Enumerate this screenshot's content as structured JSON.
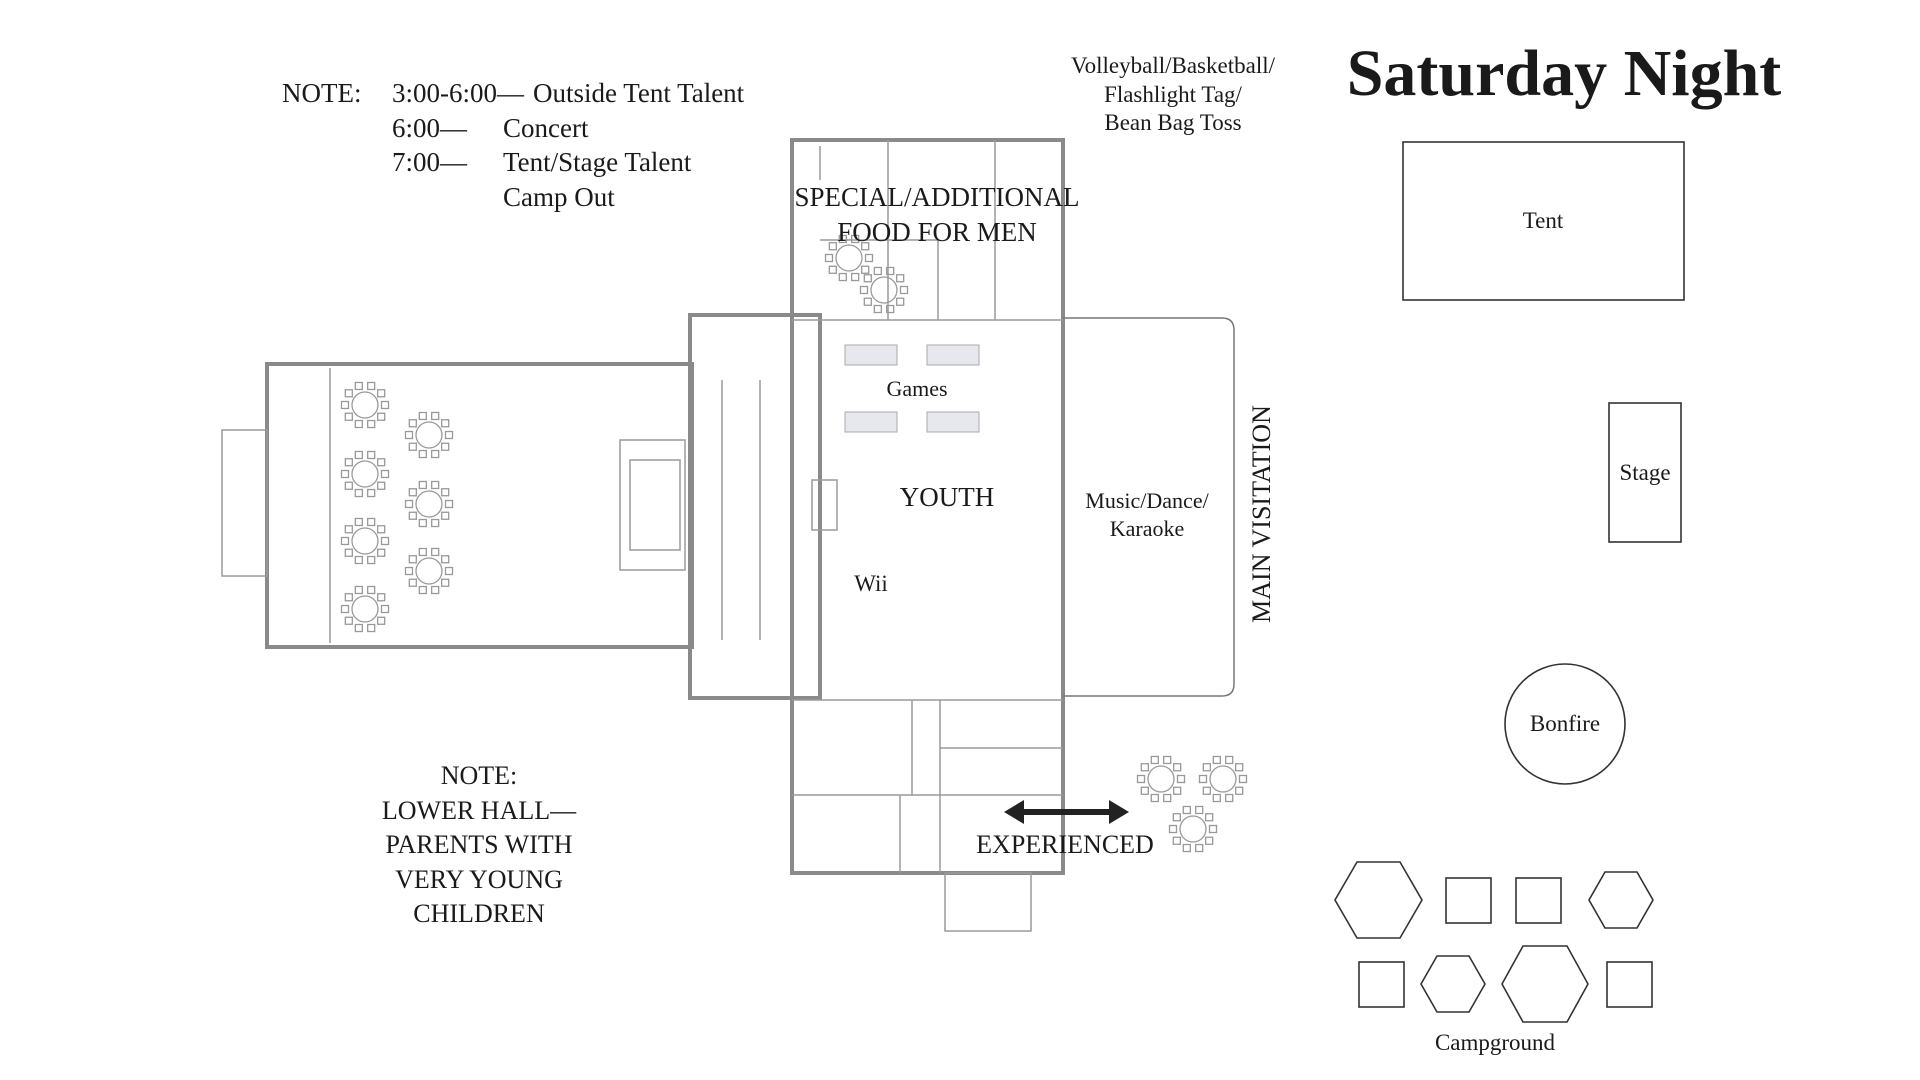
{
  "title": "Saturday Night",
  "schedule_note": {
    "label": "NOTE:",
    "rows": [
      {
        "time": "3:00-6:00—",
        "event": "Outside Tent Talent"
      },
      {
        "time": "6:00—",
        "event": "Concert"
      },
      {
        "time": "7:00—",
        "event": "Tent/Stage Talent"
      },
      {
        "time": "",
        "event": "Camp Out"
      }
    ]
  },
  "outdoor_activities": [
    "Volleyball/Basketball/",
    "Flashlight Tag/",
    "Bean Bag Toss"
  ],
  "rooms": {
    "special_food": [
      "SPECIAL/ADDITIONAL",
      "FOOD FOR MEN"
    ],
    "games": "Games",
    "youth": "YOUTH",
    "wii": "Wii",
    "music": [
      "Music/Dance/",
      "Karaoke"
    ],
    "main_visitation": "MAIN VISITATION",
    "experienced": "EXPERIENCED"
  },
  "lower_hall_note": [
    "NOTE:",
    "LOWER HALL—",
    "PARENTS WITH",
    "VERY YOUNG",
    "CHILDREN"
  ],
  "outdoor": {
    "tent": "Tent",
    "stage": "Stage",
    "bonfire": "Bonfire",
    "campground": "Campground"
  }
}
